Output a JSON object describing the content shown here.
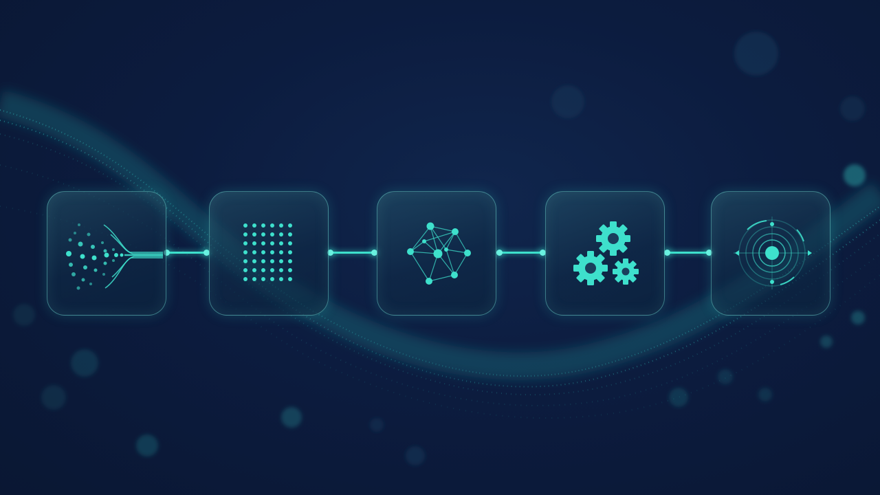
{
  "diagram": {
    "accent_color": "#3ee0cc",
    "card_border_color": "#78e6dc",
    "background_color": "#0b1a3a",
    "stages": [
      {
        "icon": "funnel-particles-icon"
      },
      {
        "icon": "dot-grid-icon"
      },
      {
        "icon": "network-graph-icon"
      },
      {
        "icon": "gears-icon"
      },
      {
        "icon": "target-radar-icon"
      }
    ],
    "connectors": [
      {
        "from": 1,
        "to": 2
      },
      {
        "from": 2,
        "to": 3
      },
      {
        "from": 3,
        "to": 4
      },
      {
        "from": 4,
        "to": 5
      }
    ]
  }
}
